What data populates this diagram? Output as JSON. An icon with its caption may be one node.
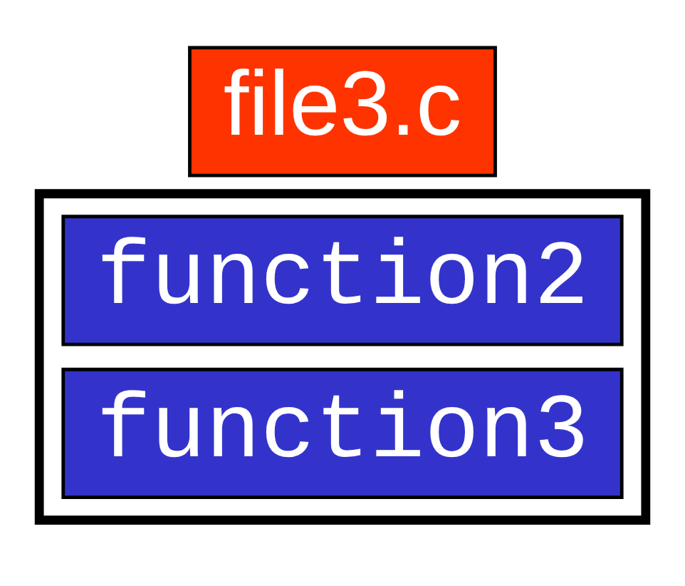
{
  "diagram": {
    "nodes": [
      {
        "text": [
          "file3.c"
        ]
      },
      {
        "text": [],
        "shape": "box"
      },
      {
        "text": [
          "function2"
        ],
        "in": 1
      },
      {
        "text": [
          "function3"
        ],
        "in": 1
      }
    ],
    "edges": []
  }
}
